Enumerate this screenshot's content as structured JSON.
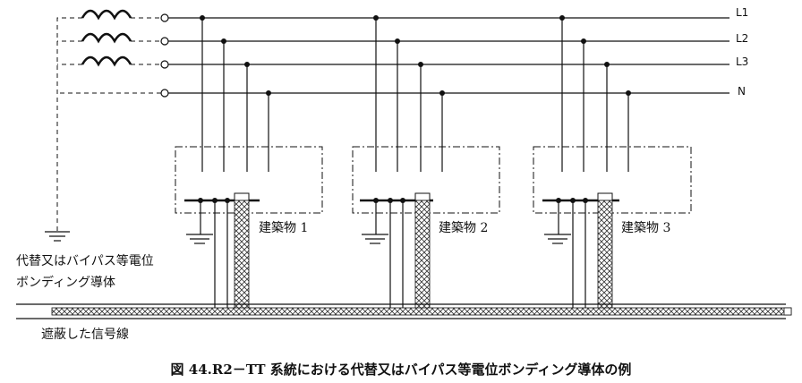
{
  "lines": {
    "l1": "L1",
    "l2": "L2",
    "l3": "L3",
    "n": "N"
  },
  "buildings": [
    {
      "label": "建築物 1"
    },
    {
      "label": "建築物 2"
    },
    {
      "label": "建築物 3"
    }
  ],
  "labels": {
    "bypass_line1": "代替又はバイパス等電位",
    "bypass_line2": "ボンディング導体",
    "shielded_cable": "遮蔽した信号線"
  },
  "caption": "図 44.R2－TT 系統における代替又はバイパス等電位ボンディング導体の例"
}
